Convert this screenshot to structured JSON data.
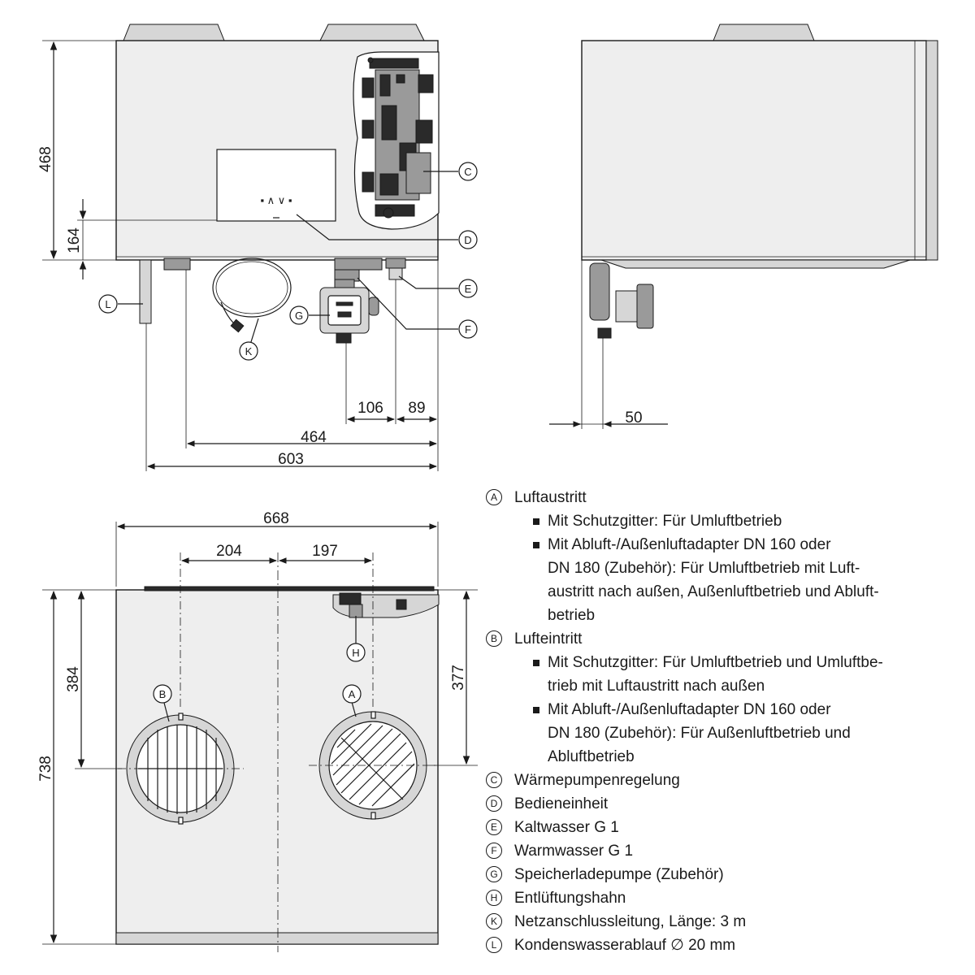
{
  "front_view": {
    "dims": {
      "height_total": "468",
      "height_panel": "164",
      "pipe_spacing": "106",
      "pipe_to_side": "89",
      "drain_to_pipe": "464",
      "overall_to_drain": "603"
    },
    "panel_buttons": "▪ ∧ ∨ ▪"
  },
  "side_view": {
    "dims": {
      "pump_offset": "50"
    }
  },
  "top_view": {
    "dims": {
      "width": "668",
      "left_offset": "204",
      "right_offset": "197",
      "depth": "738",
      "b_depth": "384",
      "a_depth": "377"
    }
  },
  "callouts": {
    "A": "A",
    "B": "B",
    "C": "C",
    "D": "D",
    "E": "E",
    "F": "F",
    "G": "G",
    "H": "H",
    "K": "K",
    "L": "L"
  },
  "legend": [
    {
      "letter": "A",
      "text": "Luftaustritt",
      "items": [
        "Mit Schutzgitter: Für Umluftbetrieb",
        "Mit Abluft-/Außenluftadapter DN 160 oder\nDN 180 (Zubehör): Für Umluftbetrieb mit Luft-\naustritt nach außen, Außenluftbetrieb und Abluft-\nbetrieb"
      ]
    },
    {
      "letter": "B",
      "text": "Lufteintritt",
      "items": [
        "Mit Schutzgitter: Für Umluftbetrieb und Umluftbe-\ntrieb mit Luftaustritt nach außen",
        "Mit Abluft-/Außenluftadapter DN 160 oder\nDN 180 (Zubehör): Für Außenluftbetrieb und\nAbluftbetrieb"
      ]
    },
    {
      "letter": "C",
      "text": "Wärmepumpenregelung",
      "items": []
    },
    {
      "letter": "D",
      "text": "Bedieneinheit",
      "items": []
    },
    {
      "letter": "E",
      "text": "Kaltwasser G 1",
      "items": []
    },
    {
      "letter": "F",
      "text": "Warmwasser G 1",
      "items": []
    },
    {
      "letter": "G",
      "text": "Speicherladepumpe (Zubehör)",
      "items": []
    },
    {
      "letter": "H",
      "text": "Entlüftungshahn",
      "items": []
    },
    {
      "letter": "K",
      "text": "Netzanschlussleitung, Länge: 3 m",
      "items": []
    },
    {
      "letter": "L",
      "text": "Kondenswasserablauf ∅ 20 mm",
      "items": []
    }
  ]
}
